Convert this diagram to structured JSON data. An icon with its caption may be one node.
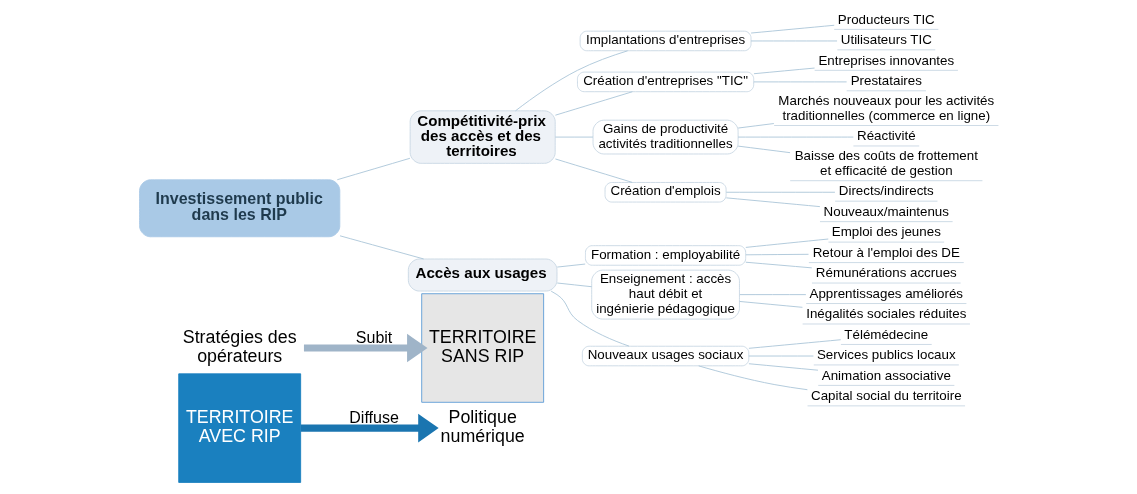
{
  "diagram": {
    "nodes": [
      {
        "text": [
          "TERRITOIRE AVEC RIP"
        ]
      },
      {
        "text": [
          "TERRITOIRE SANS RIP"
        ]
      },
      {
        "text": [
          "Politique numérique"
        ]
      },
      {
        "text": [
          "Stratégies des opérateurs"
        ]
      },
      {
        "text": [
          "Investissement public dans les RIP"
        ]
      },
      {
        "text": [
          "Compétitivité-prix des accès et des territoires"
        ]
      },
      {
        "text": [
          "Implantations d'entreprises"
        ]
      },
      {
        "text": [
          "Producteurs TIC"
        ]
      },
      {
        "text": [
          "Utilisateurs TIC"
        ]
      },
      {
        "text": [
          "Création d'entreprises \"TIC\""
        ]
      },
      {
        "text": [
          "Entreprises innovantes"
        ]
      },
      {
        "text": [
          "Prestataires"
        ]
      },
      {
        "text": [
          "Gains de productivité activités traditionnelles"
        ]
      },
      {
        "text": [
          "Marchés nouveaux pour les activités traditionnelles (commerce en ligne)"
        ]
      },
      {
        "text": [
          "Réactivité"
        ]
      },
      {
        "text": [
          "Baisse des coûts de frottement et efficacité de gestion"
        ]
      },
      {
        "text": [
          "Création d'emplois"
        ]
      },
      {
        "text": [
          "Directs/indirects"
        ]
      },
      {
        "text": [
          "Nouveaux/maintenus"
        ]
      },
      {
        "text": [
          "Accès aux usages"
        ]
      },
      {
        "text": [
          "Formation : employabilité"
        ]
      },
      {
        "text": [
          "Emploi des jeunes"
        ]
      },
      {
        "text": [
          "Retour à l'emploi des DE"
        ]
      },
      {
        "text": [
          "Rémunérations accrues"
        ]
      },
      {
        "text": [
          "Enseignement : accès haut débit et ingénierie pédagogique"
        ]
      },
      {
        "text": [
          "Apprentissages améliorés"
        ]
      },
      {
        "text": [
          "Inégalités sociales réduites"
        ]
      },
      {
        "text": [
          "Nouveaux usages sociaux"
        ]
      },
      {
        "text": [
          "Télémédecine"
        ]
      },
      {
        "text": [
          "Services publics locaux"
        ]
      },
      {
        "text": [
          "Animation associative"
        ]
      },
      {
        "text": [
          "Capital social du territoire"
        ]
      }
    ],
    "edges": [
      {
        "from": 0,
        "to": 2,
        "arrow": "to",
        "label": "Diffuse",
        "style": "thick",
        "color": "#1a75b0"
      },
      {
        "from": 3,
        "to": 1,
        "arrow": "to",
        "label": "Subit",
        "style": "thick",
        "color": "#9fb4c8"
      },
      {
        "from": 4,
        "to": 5,
        "arrow": "none"
      },
      {
        "from": 5,
        "to": 6,
        "arrow": "none"
      },
      {
        "from": 6,
        "to": 7,
        "arrow": "none"
      },
      {
        "from": 6,
        "to": 8,
        "arrow": "none"
      },
      {
        "from": 5,
        "to": 9,
        "arrow": "none"
      },
      {
        "from": 9,
        "to": 10,
        "arrow": "none"
      },
      {
        "from": 9,
        "to": 11,
        "arrow": "none"
      },
      {
        "from": 5,
        "to": 12,
        "arrow": "none"
      },
      {
        "from": 12,
        "to": 13,
        "arrow": "none"
      },
      {
        "from": 12,
        "to": 14,
        "arrow": "none"
      },
      {
        "from": 12,
        "to": 15,
        "arrow": "none"
      },
      {
        "from": 5,
        "to": 16,
        "arrow": "none"
      },
      {
        "from": 16,
        "to": 17,
        "arrow": "none"
      },
      {
        "from": 16,
        "to": 18,
        "arrow": "none"
      },
      {
        "from": 4,
        "to": 19,
        "arrow": "none"
      },
      {
        "from": 19,
        "to": 20,
        "arrow": "none"
      },
      {
        "from": 20,
        "to": 21,
        "arrow": "none"
      },
      {
        "from": 20,
        "to": 22,
        "arrow": "none"
      },
      {
        "from": 20,
        "to": 23,
        "arrow": "none"
      },
      {
        "from": 19,
        "to": 24,
        "arrow": "none"
      },
      {
        "from": 24,
        "to": 25,
        "arrow": "none"
      },
      {
        "from": 24,
        "to": 26,
        "arrow": "none"
      },
      {
        "from": 19,
        "to": 27,
        "arrow": "none"
      },
      {
        "from": 27,
        "to": 28,
        "arrow": "none"
      },
      {
        "from": 27,
        "to": 29,
        "arrow": "none"
      },
      {
        "from": 27,
        "to": 30,
        "arrow": "none"
      },
      {
        "from": 27,
        "to": 31,
        "arrow": "none"
      }
    ]
  }
}
